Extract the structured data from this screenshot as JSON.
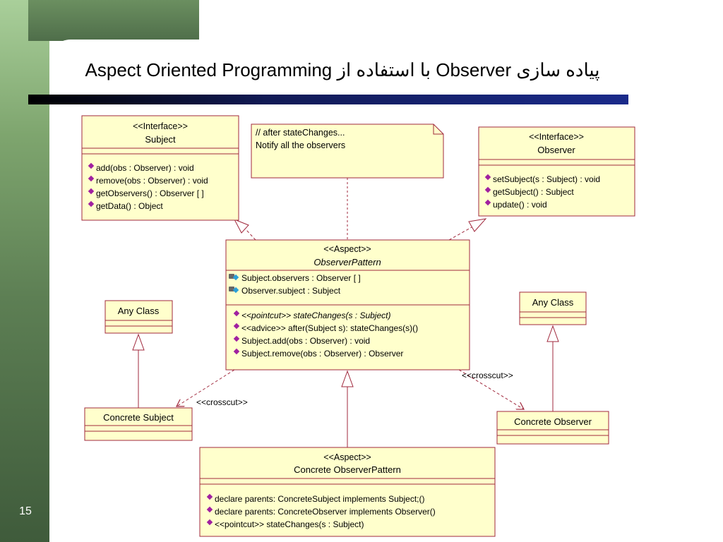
{
  "slide": {
    "title_en": "Aspect Oriented Programming",
    "title_fa_a": "با استفاده از",
    "title_en_b": "Observer",
    "title_fa_b": "پیاده سازی",
    "page_number": "15"
  },
  "diagram": {
    "subject_interface": {
      "stereotype": "<<Interface>>",
      "name": "Subject",
      "operations": [
        "add(obs : Observer) : void",
        "remove(obs : Observer) : void",
        "getObservers() : Observer [ ]",
        "getData() : Object"
      ]
    },
    "note": {
      "lines": [
        "// after stateChanges...",
        "Notify all the observers"
      ]
    },
    "observer_interface": {
      "stereotype": "<<Interface>>",
      "name": "Observer",
      "operations": [
        "setSubject(s : Subject) : void",
        "getSubject() : Subject",
        "update() : void"
      ]
    },
    "observer_pattern": {
      "stereotype": "<<Aspect>>",
      "name": "ObserverPattern",
      "attributes": [
        "Subject.observers : Observer [ ]",
        "Observer.subject : Subject"
      ],
      "operations": [
        "<<pointcut>> stateChanges(s : Subject)",
        "<<advice>> after(Subject s): stateChanges(s)()",
        "Subject.add(obs : Observer) : void",
        "Subject.remove(obs : Observer) : Observer"
      ]
    },
    "any_class_left": {
      "name": "Any Class"
    },
    "any_class_right": {
      "name": "Any Class"
    },
    "concrete_subject": {
      "name": "Concrete Subject"
    },
    "concrete_observer": {
      "name": "Concrete Observer"
    },
    "concrete_observer_pattern": {
      "stereotype": "<<Aspect>>",
      "name": "Concrete ObserverPattern",
      "operations": [
        "declare parents: ConcreteSubject implements Subject;()",
        "declare parents: ConcreteObserver implements Observer()",
        "<<pointcut>> stateChanges(s : Subject)"
      ]
    },
    "crosscut_left": "<<crosscut>>",
    "crosscut_right": "<<crosscut>>"
  },
  "colors": {
    "box_fill": "#ffffcc",
    "box_border": "#a0283c",
    "text": "#000000",
    "method_icon": "#a020a0",
    "attr_icon": "#2aa0d8"
  }
}
